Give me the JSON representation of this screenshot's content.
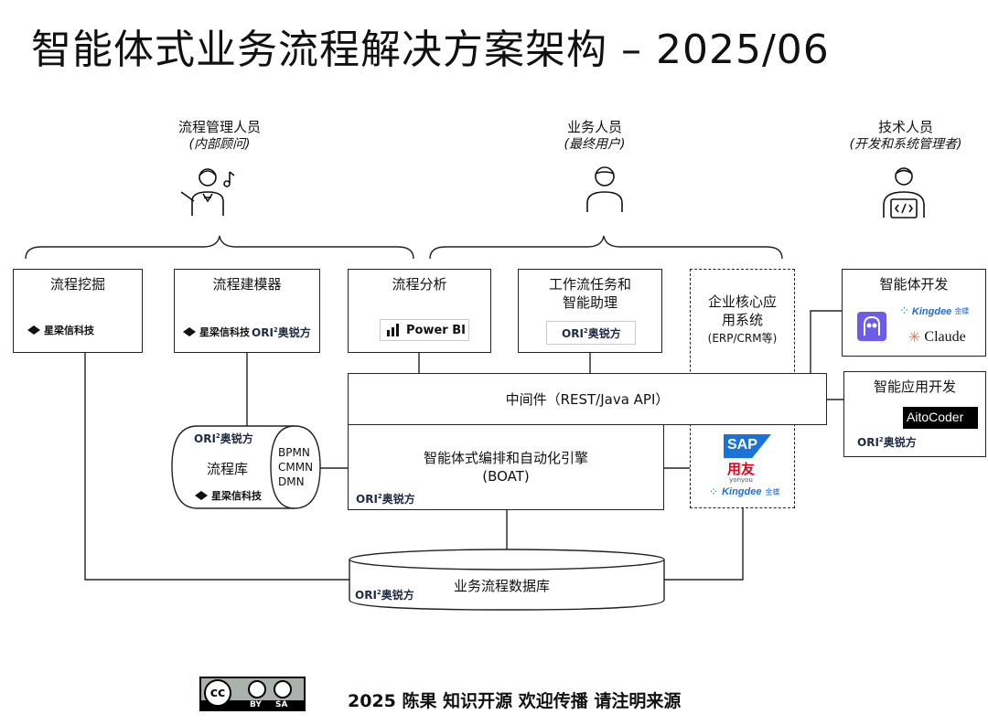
{
  "title": "智能体式业务流程解决方案架构 – 2025/06",
  "roles": [
    {
      "name": "流程管理人员",
      "sub": "(内部顾问)",
      "icon": "conductor-icon"
    },
    {
      "name": "业务人员",
      "sub": "(最终用户)",
      "icon": "user-icon"
    },
    {
      "name": "技术人员",
      "sub": "(开发和系统管理者)",
      "icon": "developer-icon"
    }
  ],
  "boxes": {
    "mining": "流程挖掘",
    "modeler": "流程建模器",
    "analysis": "流程分析",
    "workflow_line1": "工作流任务和",
    "workflow_line2": "智能助理",
    "erp_line1": "企业核心应",
    "erp_line2": "用系统",
    "erp_sub": "(ERP/CRM等)",
    "agent_dev": "智能体开发",
    "app_dev": "智能应用开发",
    "middleware": "中间件（REST/Java API）",
    "boat_line1": "智能体式编排和自动化引擎",
    "boat_line2": "(BOAT)",
    "repo": "流程库",
    "repo_std1": "BPMN",
    "repo_std2": "CMMN",
    "repo_std3": "DMN",
    "database": "业务流程数据库"
  },
  "brands": {
    "ori": "ORI",
    "ori_sup": "2",
    "ori_cn": "奥锐方",
    "xr": "星梁信科技",
    "powerbi": "Power BI",
    "kingdee": "Kingdee",
    "kingdee_cn": "金蝶",
    "claude": "Claude",
    "aitocoder": "AitoCoder",
    "sap": "SAP",
    "yonyou": "用友",
    "yonyou_sub": "yonyou"
  },
  "colors": {
    "ori_text": "#1f2a44",
    "kingdee": "#1e6fd9",
    "claude": "#d97757",
    "sap": "#1a73d9",
    "yonyou": "#e3001b",
    "powerbi": "#f2c811",
    "agent_icon": "#6d5ce8"
  },
  "footer": {
    "license": "CC BY SA",
    "cc": "cc",
    "by": "BY",
    "sa": "SA",
    "text": "2025 陈果  知识开源 欢迎传播 请注明来源"
  }
}
